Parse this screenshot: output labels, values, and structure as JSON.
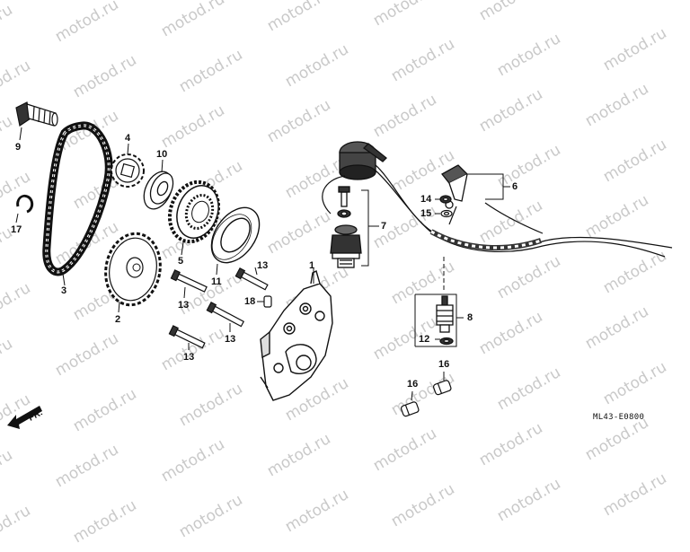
{
  "watermark": {
    "text": "motod.ru",
    "color": "#c9c9c9"
  },
  "diagram": {
    "code": "ML43-E0800",
    "direction_label": "FR.",
    "callouts": {
      "n1": "1",
      "n2": "2",
      "n3": "3",
      "n4": "4",
      "n5": "5",
      "n6": "6",
      "n7": "7",
      "n8": "8",
      "n9": "9",
      "n10": "10",
      "n11": "11",
      "n12": "12",
      "n13a": "13",
      "n13b": "13",
      "n13c": "13",
      "n13d": "13",
      "n14": "14",
      "n15": "15",
      "n16a": "16",
      "n16b": "16",
      "n17": "17",
      "n18": "18"
    },
    "icons": [
      "bolt-icon",
      "chain-icon",
      "sprocket-icon",
      "gear-icon",
      "washer-icon",
      "oil-pump-icon",
      "pressure-switch-icon",
      "wire-harness-icon",
      "dowel-pin-icon",
      "front-arrow-icon"
    ]
  }
}
